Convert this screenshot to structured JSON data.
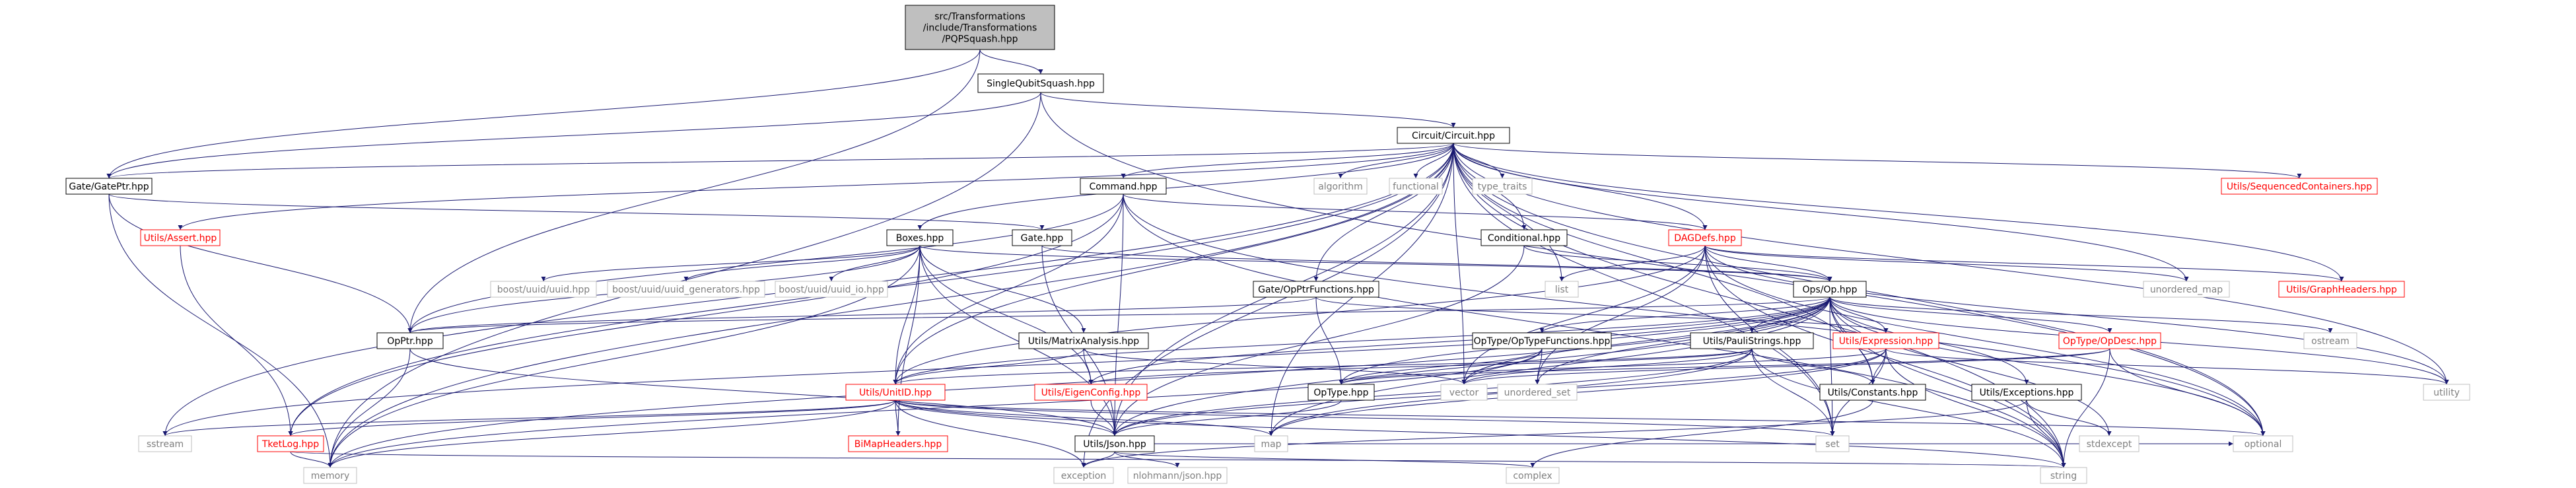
{
  "colors": {
    "edge": "#191970",
    "node_border": "#000000",
    "missing_border": "#bfbfbf",
    "link_text": "#000000",
    "red_text": "#ff0000",
    "gray_text": "#808080",
    "root_fill": "#bfbfbf",
    "node_fill": "#ffffff"
  },
  "nodes": [
    {
      "id": "root",
      "label": "src/Transformations\n/include/Transformations\n/PQPSquash.hpp",
      "kind": "root"
    },
    {
      "id": "sqs",
      "label": "SingleQubitSquash.hpp",
      "kind": "doc"
    },
    {
      "id": "circuit",
      "label": "Circuit/Circuit.hpp",
      "kind": "doc"
    },
    {
      "id": "gateptr",
      "label": "Gate/GatePtr.hpp",
      "kind": "doc"
    },
    {
      "id": "command",
      "label": "Command.hpp",
      "kind": "doc"
    },
    {
      "id": "assert",
      "label": "Utils/Assert.hpp",
      "kind": "red"
    },
    {
      "id": "algorithm",
      "label": "algorithm",
      "kind": "ext"
    },
    {
      "id": "functional",
      "label": "functional",
      "kind": "ext"
    },
    {
      "id": "type_traits",
      "label": "type_traits",
      "kind": "ext"
    },
    {
      "id": "seqcont",
      "label": "Utils/SequencedContainers.hpp",
      "kind": "red"
    },
    {
      "id": "boxes",
      "label": "Boxes.hpp",
      "kind": "doc"
    },
    {
      "id": "gatehpp",
      "label": "Gate.hpp",
      "kind": "doc"
    },
    {
      "id": "conditional",
      "label": "Conditional.hpp",
      "kind": "doc"
    },
    {
      "id": "dagdefs",
      "label": "DAGDefs.hpp",
      "kind": "red"
    },
    {
      "id": "uuid",
      "label": "boost/uuid/uuid.hpp",
      "kind": "ext"
    },
    {
      "id": "uuidgen",
      "label": "boost/uuid/uuid_generators.hpp",
      "kind": "ext"
    },
    {
      "id": "uuidio",
      "label": "boost/uuid/uuid_io.hpp",
      "kind": "ext"
    },
    {
      "id": "list",
      "label": "list",
      "kind": "ext"
    },
    {
      "id": "opop",
      "label": "Ops/Op.hpp",
      "kind": "doc"
    },
    {
      "id": "unordered_map",
      "label": "unordered_map",
      "kind": "ext"
    },
    {
      "id": "graphheaders",
      "label": "Utils/GraphHeaders.hpp",
      "kind": "red"
    },
    {
      "id": "gateopptr",
      "label": "Gate/OpPtrFunctions.hpp",
      "kind": "doc"
    },
    {
      "id": "opptr",
      "label": "OpPtr.hpp",
      "kind": "doc"
    },
    {
      "id": "matrixanalysis",
      "label": "Utils/MatrixAnalysis.hpp",
      "kind": "doc"
    },
    {
      "id": "optypefunc",
      "label": "OpType/OpTypeFunctions.hpp",
      "kind": "doc"
    },
    {
      "id": "paulistrings",
      "label": "Utils/PauliStrings.hpp",
      "kind": "doc"
    },
    {
      "id": "expression",
      "label": "Utils/Expression.hpp",
      "kind": "red"
    },
    {
      "id": "opdesc",
      "label": "OpType/OpDesc.hpp",
      "kind": "red"
    },
    {
      "id": "ostream",
      "label": "ostream",
      "kind": "ext"
    },
    {
      "id": "unitid",
      "label": "Utils/UnitID.hpp",
      "kind": "red"
    },
    {
      "id": "eigenconfig",
      "label": "Utils/EigenConfig.hpp",
      "kind": "red"
    },
    {
      "id": "optype",
      "label": "OpType.hpp",
      "kind": "doc"
    },
    {
      "id": "vector",
      "label": "vector",
      "kind": "ext"
    },
    {
      "id": "unordered_set",
      "label": "unordered_set",
      "kind": "ext"
    },
    {
      "id": "constants",
      "label": "Utils/Constants.hpp",
      "kind": "doc"
    },
    {
      "id": "exceptions",
      "label": "Utils/Exceptions.hpp",
      "kind": "doc"
    },
    {
      "id": "utility",
      "label": "utility",
      "kind": "ext"
    },
    {
      "id": "sstream",
      "label": "sstream",
      "kind": "ext"
    },
    {
      "id": "tketlog",
      "label": "TketLog.hpp",
      "kind": "red"
    },
    {
      "id": "bimap",
      "label": "BiMapHeaders.hpp",
      "kind": "red"
    },
    {
      "id": "json",
      "label": "Utils/Json.hpp",
      "kind": "doc"
    },
    {
      "id": "map",
      "label": "map",
      "kind": "ext"
    },
    {
      "id": "set",
      "label": "set",
      "kind": "ext"
    },
    {
      "id": "stdexcept",
      "label": "stdexcept",
      "kind": "ext"
    },
    {
      "id": "optional",
      "label": "optional",
      "kind": "ext"
    },
    {
      "id": "memory",
      "label": "memory",
      "kind": "ext"
    },
    {
      "id": "exception",
      "label": "exception",
      "kind": "ext"
    },
    {
      "id": "nlohmann",
      "label": "nlohmann/json.hpp",
      "kind": "ext"
    },
    {
      "id": "complex",
      "label": "complex",
      "kind": "ext"
    },
    {
      "id": "string",
      "label": "string",
      "kind": "ext"
    }
  ],
  "edges": [
    [
      "root",
      "sqs"
    ],
    [
      "root",
      "gateptr"
    ],
    [
      "root",
      "opptr"
    ],
    [
      "sqs",
      "circuit"
    ],
    [
      "sqs",
      "gateptr"
    ],
    [
      "sqs",
      "memory"
    ],
    [
      "sqs",
      "optional"
    ],
    [
      "circuit",
      "gateptr"
    ],
    [
      "circuit",
      "command"
    ],
    [
      "circuit",
      "assert"
    ],
    [
      "circuit",
      "algorithm"
    ],
    [
      "circuit",
      "functional"
    ],
    [
      "circuit",
      "type_traits"
    ],
    [
      "circuit",
      "seqcont"
    ],
    [
      "circuit",
      "boxes"
    ],
    [
      "circuit",
      "conditional"
    ],
    [
      "circuit",
      "dagdefs"
    ],
    [
      "circuit",
      "list"
    ],
    [
      "circuit",
      "unordered_map"
    ],
    [
      "circuit",
      "graphheaders"
    ],
    [
      "circuit",
      "gateopptr"
    ],
    [
      "circuit",
      "tketlog"
    ],
    [
      "circuit",
      "json"
    ],
    [
      "circuit",
      "unitid"
    ],
    [
      "circuit",
      "vector"
    ],
    [
      "circuit",
      "map"
    ],
    [
      "circuit",
      "set"
    ],
    [
      "circuit",
      "optional"
    ],
    [
      "circuit",
      "memory"
    ],
    [
      "circuit",
      "sstream"
    ],
    [
      "circuit",
      "utility"
    ],
    [
      "circuit",
      "string"
    ],
    [
      "circuit",
      "constants"
    ],
    [
      "circuit",
      "exception"
    ],
    [
      "gateptr",
      "opptr"
    ],
    [
      "gateptr",
      "gatehpp"
    ],
    [
      "gateptr",
      "memory"
    ],
    [
      "command",
      "opptr"
    ],
    [
      "command",
      "dagdefs"
    ],
    [
      "command",
      "unitid"
    ],
    [
      "command",
      "json"
    ],
    [
      "command",
      "tketlog"
    ],
    [
      "command",
      "optional"
    ],
    [
      "command",
      "string"
    ],
    [
      "assert",
      "tketlog"
    ],
    [
      "boxes",
      "uuid"
    ],
    [
      "boxes",
      "uuidgen"
    ],
    [
      "boxes",
      "uuidio"
    ],
    [
      "boxes",
      "opop"
    ],
    [
      "boxes",
      "matrixanalysis"
    ],
    [
      "boxes",
      "eigenconfig"
    ],
    [
      "boxes",
      "unitid"
    ],
    [
      "boxes",
      "json"
    ],
    [
      "boxes",
      "bimap"
    ],
    [
      "boxes",
      "memory"
    ],
    [
      "boxes",
      "opptr"
    ],
    [
      "gatehpp",
      "opop"
    ],
    [
      "gatehpp",
      "json"
    ],
    [
      "conditional",
      "opop"
    ],
    [
      "conditional",
      "json"
    ],
    [
      "dagdefs",
      "opop"
    ],
    [
      "dagdefs",
      "list"
    ],
    [
      "dagdefs",
      "unordered_map"
    ],
    [
      "dagdefs",
      "graphheaders"
    ],
    [
      "dagdefs",
      "unitid"
    ],
    [
      "dagdefs",
      "set"
    ],
    [
      "dagdefs",
      "optional"
    ],
    [
      "dagdefs",
      "vector"
    ],
    [
      "dagdefs",
      "utility"
    ],
    [
      "dagdefs",
      "string"
    ],
    [
      "dagdefs",
      "unordered_set"
    ],
    [
      "gateopptr",
      "opptr"
    ],
    [
      "gateopptr",
      "expression"
    ],
    [
      "gateopptr",
      "optype"
    ],
    [
      "opptr",
      "memory"
    ],
    [
      "opptr",
      "json"
    ],
    [
      "matrixanalysis",
      "eigenconfig"
    ],
    [
      "matrixanalysis",
      "unitid"
    ],
    [
      "matrixanalysis",
      "vector"
    ],
    [
      "opop",
      "opptr"
    ],
    [
      "opop",
      "optypefunc"
    ],
    [
      "opop",
      "paulistrings"
    ],
    [
      "opop",
      "expression"
    ],
    [
      "opop",
      "opdesc"
    ],
    [
      "opop",
      "ostream"
    ],
    [
      "opop",
      "unitid"
    ],
    [
      "opop",
      "eigenconfig"
    ],
    [
      "opop",
      "optype"
    ],
    [
      "opop",
      "vector"
    ],
    [
      "opop",
      "unordered_set"
    ],
    [
      "opop",
      "constants"
    ],
    [
      "opop",
      "exceptions"
    ],
    [
      "opop",
      "utility"
    ],
    [
      "opop",
      "json"
    ],
    [
      "opop",
      "map"
    ],
    [
      "opop",
      "set"
    ],
    [
      "opop",
      "stdexcept"
    ],
    [
      "opop",
      "optional"
    ],
    [
      "opop",
      "memory"
    ],
    [
      "opop",
      "string"
    ],
    [
      "opop",
      "sstream"
    ],
    [
      "optypefunc",
      "optype"
    ],
    [
      "optypefunc",
      "vector"
    ],
    [
      "optypefunc",
      "unordered_set"
    ],
    [
      "optypefunc",
      "memory"
    ],
    [
      "paulistrings",
      "unitid"
    ],
    [
      "paulistrings",
      "constants"
    ],
    [
      "paulistrings",
      "json"
    ],
    [
      "paulistrings",
      "map"
    ],
    [
      "paulistrings",
      "set"
    ],
    [
      "paulistrings",
      "string"
    ],
    [
      "paulistrings",
      "eigenconfig"
    ],
    [
      "paulistrings",
      "vector"
    ],
    [
      "expression",
      "json"
    ],
    [
      "expression",
      "set"
    ],
    [
      "expression",
      "string"
    ],
    [
      "expression",
      "optype"
    ],
    [
      "expression",
      "constants"
    ],
    [
      "expression",
      "map"
    ],
    [
      "expression",
      "utility"
    ],
    [
      "opdesc",
      "optype"
    ],
    [
      "opdesc",
      "optional"
    ],
    [
      "opdesc",
      "string"
    ],
    [
      "opdesc",
      "vector"
    ],
    [
      "unitid",
      "sstream"
    ],
    [
      "unitid",
      "tketlog"
    ],
    [
      "unitid",
      "bimap"
    ],
    [
      "unitid",
      "json"
    ],
    [
      "unitid",
      "memory"
    ],
    [
      "unitid",
      "optional"
    ],
    [
      "unitid",
      "map"
    ],
    [
      "unitid",
      "string"
    ],
    [
      "unitid",
      "set"
    ],
    [
      "unitid",
      "exception"
    ],
    [
      "eigenconfig",
      "json"
    ],
    [
      "optype",
      "json"
    ],
    [
      "constants",
      "complex"
    ],
    [
      "exceptions",
      "stdexcept"
    ],
    [
      "exceptions",
      "string"
    ],
    [
      "exceptions",
      "exception"
    ],
    [
      "tketlog",
      "memory"
    ],
    [
      "tketlog",
      "string"
    ],
    [
      "json",
      "nlohmann"
    ],
    [
      "json",
      "exception"
    ],
    [
      "json",
      "complex"
    ],
    [
      "json",
      "optional"
    ]
  ]
}
